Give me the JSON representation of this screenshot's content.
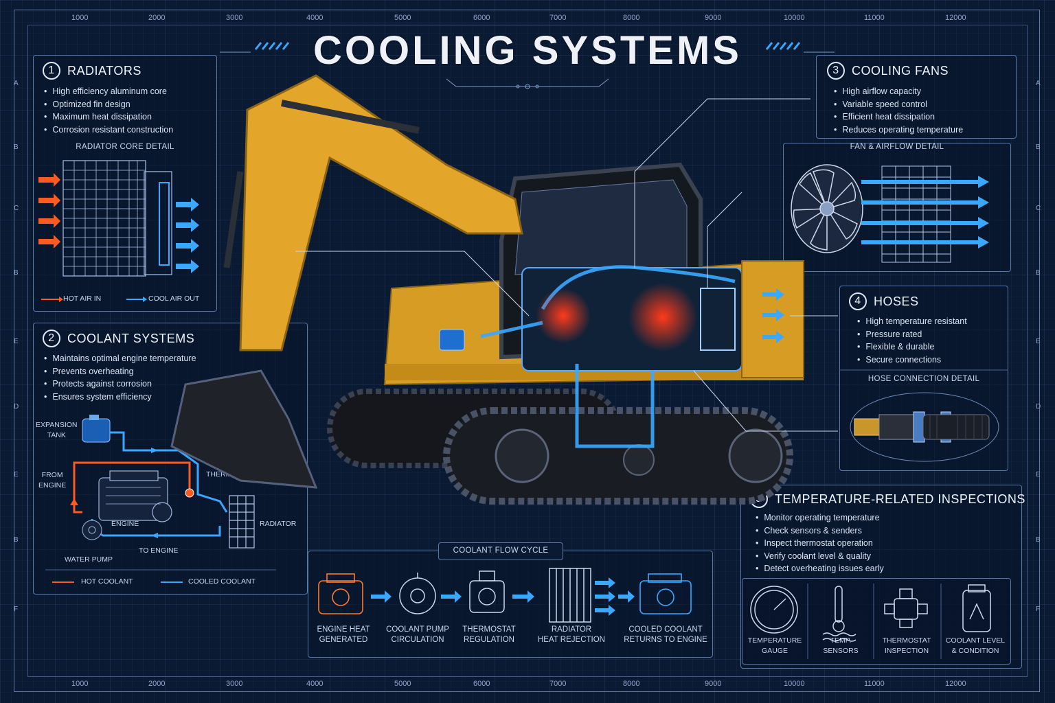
{
  "title": "COOLING SYSTEMS",
  "ruler_top": [
    "1000",
    "2000",
    "3000",
    "4000",
    "5000",
    "6000",
    "7000",
    "8000",
    "9000",
    "10000",
    "11000",
    "12000"
  ],
  "ruler_side": [
    "A",
    "B",
    "C",
    "B",
    "E",
    "D",
    "E",
    "B",
    "F"
  ],
  "sections": {
    "radiators": {
      "num": "1",
      "title": "RADIATORS",
      "bullets": [
        "High efficiency aluminum core",
        "Optimized fin design",
        "Maximum heat dissipation",
        "Corrosion resistant construction"
      ],
      "detail_title": "RADIATOR CORE DETAIL",
      "legend_hot": "HOT AIR IN",
      "legend_cool": "COOL AIR OUT"
    },
    "coolant": {
      "num": "2",
      "title": "COOLANT SYSTEMS",
      "bullets": [
        "Maintains optimal engine temperature",
        "Prevents overheating",
        "Protects against corrosion",
        "Ensures system efficiency"
      ],
      "labels": {
        "expansion_tank": "EXPANSION\nTANK",
        "from_engine": "FROM\nENGINE",
        "thermostat": "THERMOSTAT",
        "engine": "ENGINE",
        "radiator": "RADIATOR",
        "water_pump": "WATER PUMP",
        "to_engine": "TO ENGINE"
      },
      "legend_hot": "HOT COOLANT",
      "legend_cool": "COOLED COOLANT"
    },
    "fans": {
      "num": "3",
      "title": "COOLING FANS",
      "bullets": [
        "High airflow capacity",
        "Variable speed control",
        "Efficient heat dissipation",
        "Reduces operating temperature"
      ],
      "detail_title": "FAN & AIRFLOW DETAIL"
    },
    "hoses": {
      "num": "4",
      "title": "HOSES",
      "bullets": [
        "High temperature resistant",
        "Pressure rated",
        "Flexible & durable",
        "Secure connections"
      ],
      "detail_title": "HOSE CONNECTION DETAIL"
    },
    "inspections": {
      "num": "5",
      "title": "TEMPERATURE-RELATED INSPECTIONS",
      "bullets": [
        "Monitor operating temperature",
        "Check sensors & senders",
        "Inspect thermostat operation",
        "Verify coolant level & quality",
        "Detect overheating issues early"
      ],
      "items": [
        "TEMPERATURE\nGAUGE",
        "TEMP.\nSENSORS",
        "THERMOSTAT\nINSPECTION",
        "COOLANT LEVEL\n& CONDITION"
      ]
    },
    "flow": {
      "title": "COOLANT FLOW CYCLE",
      "steps": [
        "ENGINE HEAT\nGENERATED",
        "COOLANT PUMP\nCIRCULATION",
        "THERMOSTAT\nREGULATION",
        "RADIATOR\nHEAT REJECTION",
        "COOLED COOLANT\nRETURNS TO ENGINE"
      ]
    }
  },
  "colors": {
    "hot": "#ff5a1f",
    "cool": "#3aa8ff",
    "machine": "#e3a62a",
    "panel_border": "#5a78aa",
    "background": "#0b1a33"
  }
}
